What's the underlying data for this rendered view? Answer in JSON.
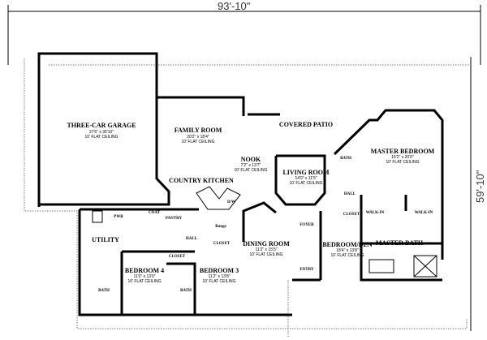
{
  "dimensions": {
    "width": "93'-10\"",
    "depth": "59'-10\""
  },
  "rooms": [
    {
      "name": "THREE-CAR GARAGE",
      "size": "27'6\" x 35'10\"",
      "ceiling": "10' FLAT CEILING"
    },
    {
      "name": "FAMILY ROOM",
      "size": "20'2\" x 18'4\"",
      "ceiling": "10' FLAT CEILING"
    },
    {
      "name": "NOOK",
      "size": "7'2\" x 13'7\"",
      "ceiling": "10' FLAT CEILING"
    },
    {
      "name": "COVERED PATIO",
      "size": "",
      "ceiling": ""
    },
    {
      "name": "LIVING ROOM",
      "size": "14'0\" x 11'5\"",
      "ceiling": "10' FLAT CEILING"
    },
    {
      "name": "MASTER BEDROOM",
      "size": "15'2\" x 20'0\"",
      "ceiling": "10' FLAT CEILING"
    },
    {
      "name": "COUNTRY KITCHEN",
      "size": "",
      "ceiling": ""
    },
    {
      "name": "DINING ROOM",
      "size": "11'2\" x 15'5\"",
      "ceiling": "10' FLAT CEILING"
    },
    {
      "name": "BEDROOM/DEN",
      "size": "18'4\" x 13'8\"",
      "ceiling": "10' FLAT CEILING"
    },
    {
      "name": "BEDROOM 4",
      "size": "11'0\" x 13'0\"",
      "ceiling": "10' FLAT CEILING"
    },
    {
      "name": "BEDROOM 3",
      "size": "11'2\" x 13'8\"",
      "ceiling": "10' FLAT CEILING"
    },
    {
      "name": "UTILITY",
      "size": "",
      "ceiling": ""
    },
    {
      "name": "MASTER BATH",
      "size": "",
      "ceiling": ""
    }
  ],
  "labels": {
    "bath1": "BATH",
    "bath2": "BATH",
    "bath3": "BATH",
    "pwr": "PWR",
    "coat": "COAT",
    "pantry": "PANTRY",
    "hall1": "HALL",
    "hall2": "HALL",
    "closet1": "CLOSET",
    "closet2": "CLOSET",
    "closet3": "CLOSET",
    "walkin1": "WALK-IN",
    "walkin2": "WALK-IN",
    "foyer": "FOYER",
    "entry": "ENTRY",
    "range": "Range",
    "dw": "D/W"
  }
}
